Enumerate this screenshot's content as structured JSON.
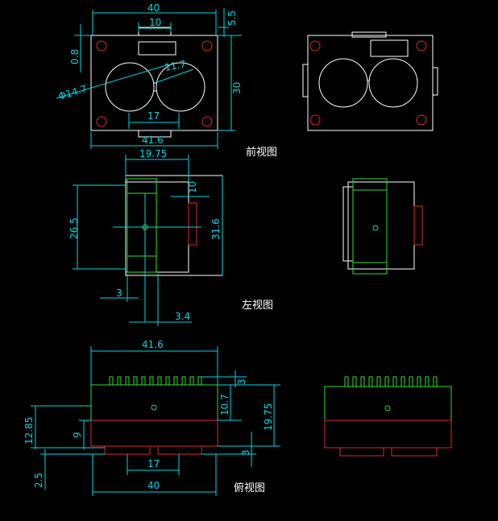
{
  "views": {
    "front": {
      "label": "前视图"
    },
    "left": {
      "label": "左视图"
    },
    "top": {
      "label": "俯视图"
    }
  },
  "dimensions": {
    "front": {
      "width_overall": "40",
      "width_slot": "10",
      "height_top": "5.5",
      "offset_left": "0.8",
      "diameter": "Φ14.7",
      "center_gap": "11.7",
      "height": "30",
      "bottom_width": "17",
      "width_total": "41.6"
    },
    "left": {
      "depth": "19.75",
      "offset_top": "10",
      "height_inner": "26.5",
      "height_total": "31.6",
      "small_step": "3",
      "offset_bottom": "3.4"
    },
    "top": {
      "width_total": "41.6",
      "pin_height": "3",
      "body_height": "10.7",
      "depth": "19.75",
      "left_height": "12.85",
      "left_mid": "9",
      "bottom_step": "3",
      "width_bottom_conn": "17",
      "lower_offset": "2.5",
      "width_overall": "40"
    }
  }
}
